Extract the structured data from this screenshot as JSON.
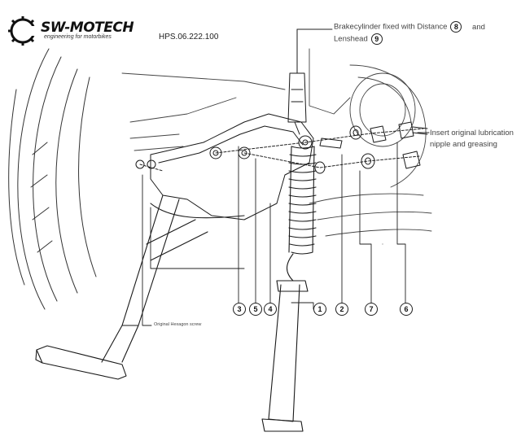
{
  "logo": {
    "brand": "SW-MOTECH",
    "tagline": "engineering for motorbikes"
  },
  "part_number": "HPS.06.222.100",
  "notes": {
    "brake": {
      "line1": "Brakecylinder fixed with Distance",
      "num1": "8",
      "and": "and",
      "line2": "Lenshead",
      "num2": "9"
    },
    "lubrication": {
      "line1": "Insert original lubrication",
      "line2": "nipple and greasing"
    },
    "hexagon": "Original Hexagon screw"
  },
  "callouts": [
    "3",
    "5",
    "4",
    "1",
    "2",
    "7",
    "6"
  ],
  "colors": {
    "line": "#1a1a1a",
    "light_line": "#555555",
    "text": "#222222"
  }
}
